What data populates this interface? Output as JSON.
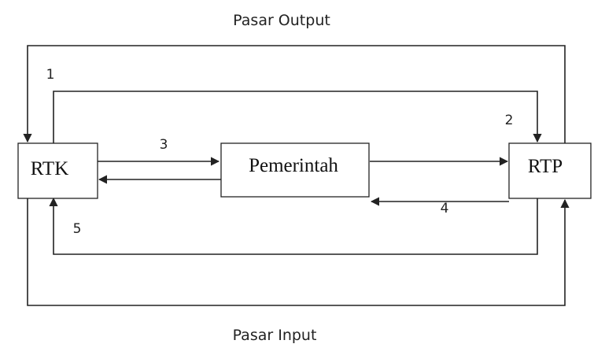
{
  "diagram": {
    "nodes": {
      "rtk": {
        "label": "RTK"
      },
      "pemerintah": {
        "label": "Pemerintah"
      },
      "rtp": {
        "label": "RTP"
      }
    },
    "markets": {
      "output": "Pasar Output",
      "input": "Pasar Input"
    },
    "flow_labels": {
      "f1": "1",
      "f2": "2",
      "f3": "3",
      "f4": "4",
      "f5": "5"
    },
    "colors": {
      "line": "#222222",
      "text": "#222222",
      "background": "#ffffff"
    }
  }
}
